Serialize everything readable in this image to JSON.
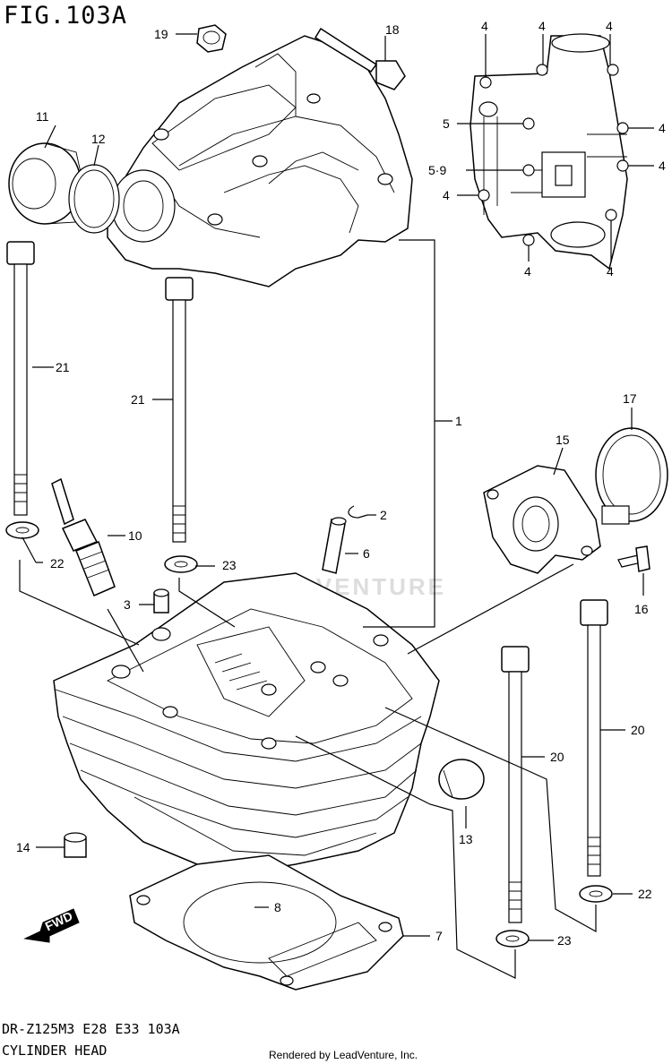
{
  "header": {
    "figure_title": "FIG.103A"
  },
  "footer": {
    "model_line": "DR-Z125M3 E28 E33 103A",
    "section_name": "CYLINDER HEAD",
    "credit": "Rendered by LeadVenture, Inc."
  },
  "watermark": "LEADVENTURE",
  "fwd_label": "FWD",
  "callouts": {
    "c1": "1",
    "c2": "2",
    "c3": "3",
    "c4a": "4",
    "c4b": "4",
    "c4c": "4",
    "c4d": "4",
    "c4e": "4",
    "c4f": "4",
    "c4g": "4",
    "c4h": "4",
    "c5": "5",
    "c59": "5·9",
    "c6": "6",
    "c7": "7",
    "c8": "8",
    "c10": "10",
    "c11": "11",
    "c12": "12",
    "c13": "13",
    "c14": "14",
    "c15": "15",
    "c16": "16",
    "c17": "17",
    "c18": "18",
    "c19": "19",
    "c20a": "20",
    "c20b": "20",
    "c21a": "21",
    "c21b": "21",
    "c22a": "22",
    "c22b": "22",
    "c23a": "23",
    "c23b": "23"
  }
}
